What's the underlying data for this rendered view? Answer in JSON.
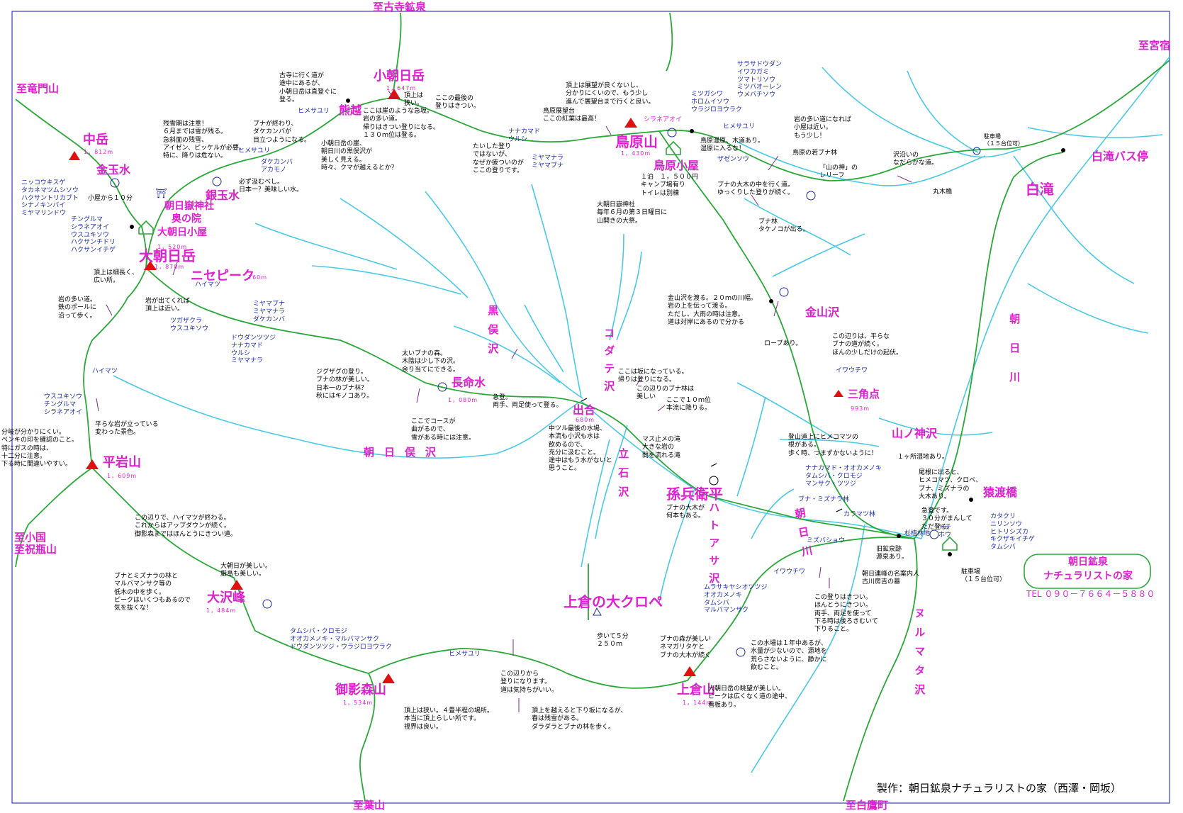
{
  "colors": {
    "trail": "#2aa83a",
    "river": "#49c9e6",
    "border": "#3b3bb8",
    "label": "#e020d0",
    "plant": "#1a2aa8",
    "peak": "#e01010"
  },
  "directions": {
    "kojiji": "至古寺鉱泉",
    "ryumon": "至竜門山",
    "miyajuku": "至宮宿",
    "kokuni": "至小国",
    "iwaibe": "至祝瓶山",
    "hayama": "至葉山",
    "shirataka": "至白鷹町"
  },
  "peaks": {
    "nakadake": {
      "name": "中岳",
      "elev": "1，812m"
    },
    "koasahi": {
      "name": "小朝日岳",
      "elev": "1，647m"
    },
    "torihara": {
      "name": "鳥原山",
      "elev": "1，430m"
    },
    "oasahi": {
      "name": "大朝日岳",
      "elev": "1，870m"
    },
    "nisepeak": {
      "name": "ニセピーク",
      "elev": "760m"
    },
    "hiraiwa": {
      "name": "平岩山",
      "elev": "1，609m"
    },
    "ozawa": {
      "name": "大沢峰",
      "elev": "1，484m"
    },
    "mikage": {
      "name": "御影森山",
      "elev": "1，534m"
    },
    "kamikura": {
      "name": "上倉山",
      "elev": "1，144m"
    },
    "sankaku": {
      "name": "三角点",
      "elev": "993m"
    },
    "chomeisui_elev": "1，080m",
    "deai_elev": "680m",
    "oasahi_hut_elev": "1，520m"
  },
  "places": {
    "kumagoe": "熊越",
    "kingyokusui": "金玉水",
    "ginnyokusui": "銀玉水",
    "okunoin1": "朝日嶽神社",
    "okunoin2": "奥の院",
    "oasahi_hut": "大朝日小屋",
    "torihara_hut": "鳥原小屋",
    "chomeisui": "長命水",
    "deai": "出合",
    "magobei": "孫兵衛平",
    "kamikura_kurobe": "上倉の大クロペ",
    "kanayamasawa": "金山沢",
    "shiratakibus": "白滝バス停",
    "shirataki": "白滝",
    "sarubashi": "猿渡橋",
    "yamanokamisawa": "山ノ神沢",
    "shirane": "シラネアオイ",
    "parking1": "駐車場\n（１５台位可）",
    "parking2": "駐車場\n（１５台位可）",
    "kanji_torii": "⛩"
  },
  "rivers": {
    "kuromata": "黒俣沢",
    "kodate": "コダテ沢",
    "asahimata": "朝日俣沢",
    "tateishi": "立石沢",
    "hatoasa": "ハトアサ沢",
    "asahigawa_upper": "朝日川",
    "asahigawa_lower": "朝日川",
    "nurumata": "ヌルマタ沢"
  },
  "notes": [
    "古寺に行く道が\n途中にあるが、\n小朝日岳は直登ぐに\n登る。",
    "頂上は\n狭い。",
    "ここは崖のような急坂。\n岩の多い道。\n帰りはきつい登りになる。\n１３０ｍ位は登る。",
    "ここの最後の\n登りはきつい。",
    "頂上は展望が良くないし、\n分かりにくいので、もう少し\n進んで展望台まで行くと良い。",
    "鳥原展望台\nここの紅葉は最高！",
    "残雪期は注意！\n６月までは雪が残る。\n急斜面の残雪、\nアイゼン、ピッケルが必要。\n特に、降りは危ない。",
    "ブナが終わり、\nダケカンバが\n目立つようになる。",
    "小朝日岳の崖、\n朝日川の黒俣沢が\n美しく見える。\n時々、クマが越えるとか？",
    "たいした登り\nではないが、\nなぜか疲ついのが\nここの登りです。",
    "必ず汲むべし。\n日本一？美味しい水。",
    "岩の多い道になれば\n小屋は近い。\nもう少し！",
    "鳥原湿原、木道あり。\n湿原に入るな！",
    "鳥原の若ブナ林",
    "「山の神」の\nレリーフ",
    "沢沿いの\nなだらかな道。",
    "丸木橋",
    "１泊　１，５００円\nキャンプ場有り\nトイレは別棟",
    "ブナの大木の中を行く道。\nゆっくりした登りが続く。",
    "大朝日嶽神社\n毎年６月の第３日曜日に\n山開きの大祭。",
    "ブナ林\nタケノコが出る。",
    "小屋から１０分",
    "頂上は細長く、\n広い所。",
    "岩が出てくれば\n頂上は近い。",
    "岩の多い道。\n鉄のポールに\n沿って歩く。",
    "金山沢を渡る。２０ｍの川幅。\n岩の上を伝って渡る。\nただし、大雨の時は注意。\n道は対岸にあるので分かる",
    "ロープあり。",
    "この辺りは、平らな\nブナの道が続く。\nほんの少しだけの起伏。",
    "ジグザグの登り。\nブナの林が美しい。\n日本一のブナ林？\n秋にはキノコあり。",
    "太いブナの森。\n木陰は少し下の沢。\n余り当てにできる。",
    "ここは坂になっている。\n帰りは登りになる。",
    "この辺りのブナ林は\n美しい",
    "ここで１０ｍ位\n本流に降りる。",
    "急登。\n両手、両足使って登る。",
    "ここでコースが\n曲がるので、\n雪がある時には注意。",
    "中ツル最後の水場、\n本流も小沢も水は\n飲めるので、\n充分に汲むこと。\n途中はもう水がないと\n思うこと。",
    "マス止メの滝\n大きな岩の\n間を流れる滝",
    "ブナの大木が\n何本もある。",
    "平らな岩が立っている\n変わった景色。",
    "分岐が分かりにくい。\nペンキの印を確認のこと。\n特にガスの時は、\n十二分に注意。\n下る時に間違いやすい。",
    "この辺りで、ハイマツが終わる。\nこれからはアップダウンが続く。\n御影森まではほんとうにきつい道。",
    "登山道上にヒメコマツの\n根がある。\n歩く時、つまずかないように！",
    "１ヶ所湿地あり。",
    "尾根に出ると、\nヒメコマツ、クロベ、\nブナ、ミズナラの\n大木あり。",
    "急登です。\n３０分がまんして\nただ登る。",
    "旧鉱泉跡\n源泉あり。",
    "朝日連峰の名案内人\n古川房吉の墓",
    "大朝日が美しい。\n厳島も美しい。",
    "ブナとミズナラの林と\nマルバマンサク等の\n低木の中を歩く。\nピークはいくつもあるので\n気を抜くな！",
    "歩いて５分\n２５０ｍ",
    "ブナの森が美しい\nネマガリタケと\nブナの大木が続く",
    "この水場は１年中あるが、\n水量が少ないので、源地を\n荒らさないように、静かに\n飲むこと。",
    "この登りはきつい。\nほんとうにきつい。\n両手、両足を使って\n下る時は後ろきむいて\n下りること。",
    "この辺りから\n登りになります。\n道は気持ちがいい。",
    "頂上は狭い。４畳半程の場所。\n本当に頂上らしい所です。\n視界は良い。",
    "頂上を越えると下り坂になるが、\n春は残雪がある。\nダラダラとブナの林を歩く。",
    "大朝日岳の眺望が美しい。\nピークは広くなく道の途中、\n看板あり。"
  ],
  "plants": [
    "ヒメサユリ",
    "ナナカマド\nウルシ",
    "ミヤマナラ\nミヤマブナ",
    "サラサドウダン\nイワカガミ\nツマトリソウ\nミツバオーレン\nウメバチソウ",
    "ミツガシワ\nホロムイソウ\nウラジロヨウラク",
    "ヒメサユリ",
    "ザゼンソウ",
    "ヒメサユリ",
    "ダケカンバ\nアカモノ",
    "ニッコウキスゲ\nタカネマツムシソウ\nハクサントリカブト\nシナノキンバイ\nミヤマリンドウ",
    "チングルマ\nシラネアオイ\nウスユキソウ\nハクサンチドリ\nハクサンイチゲ",
    "ハイマツ",
    "ツガザクラ\nウスユキソウ",
    "ミヤマブナ\nミヤマナラ\nダケカンバ",
    "ドウダンツツジ\nナナカマド\nウルシ\nミヤマナラ",
    "ハイマツ",
    "ウスユキソウ\nチングルマ\nシラネアオイ",
    "イワウチワ",
    "ナナカマド・オオカメノキ\nタムシバ・クロモジ\nマンサク・ツツジ",
    "ブナ・ミズナラ林",
    "カラマツ林",
    "ミズバショウ",
    "イワウチワ",
    "ムラサキヤシオツツジ\nオオカメノキ\nタムシバ\nマルバマンサク",
    "カタクリ\nニリンソウ\nヒトリシズカ\nキクザキイチゲ\nタムシバ",
    "タムシバ・クロモジ\nオオカメノキ・マルバマンサク\nドウダンツツジ・ウラジロヨウラク",
    "ヒメサユリ",
    "トチ\nホウ",
    "杉植林地"
  ],
  "house": {
    "line1": "朝日鉱泉",
    "line2": "ナチュラリストの家",
    "tel": "TEL ０９０－７６６４－５８８０"
  },
  "credit": "製作：朝日鉱泉ナチュラリストの家（西澤・岡坂）"
}
